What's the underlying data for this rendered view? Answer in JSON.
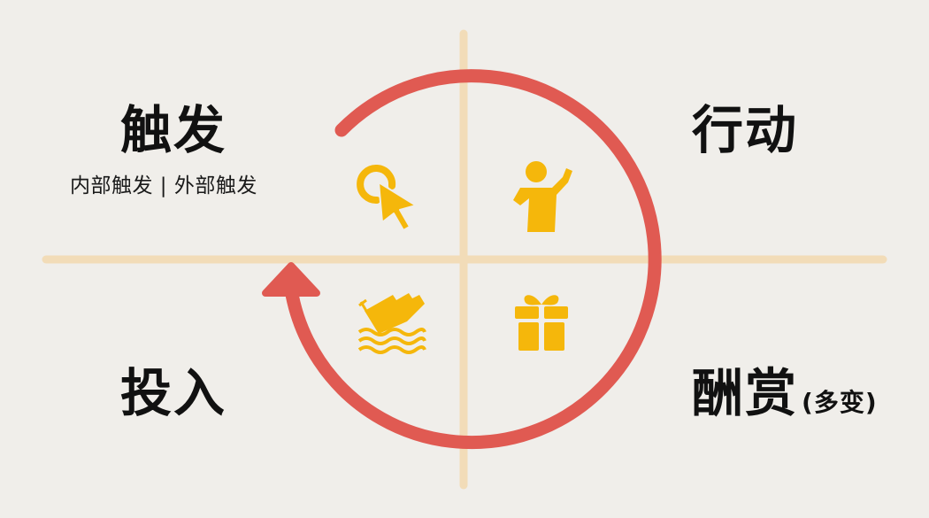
{
  "quadrants": {
    "trigger": {
      "title": "触发",
      "subtitle": "内部触发 | 外部触发",
      "icon": "click-cursor-icon"
    },
    "action": {
      "title": "行动",
      "icon": "person-waving-icon"
    },
    "reward": {
      "title": "酬赏",
      "note": "(多变)",
      "icon": "gift-box-icon"
    },
    "investment": {
      "title": "投入",
      "icon": "sinking-ship-icon"
    }
  },
  "colors": {
    "background": "#f0eeea",
    "axis": "#f2dcb8",
    "cycle_arrow": "#e05a52",
    "icon": "#f5b70b",
    "text": "#111111"
  },
  "cycle_direction": "clockwise"
}
